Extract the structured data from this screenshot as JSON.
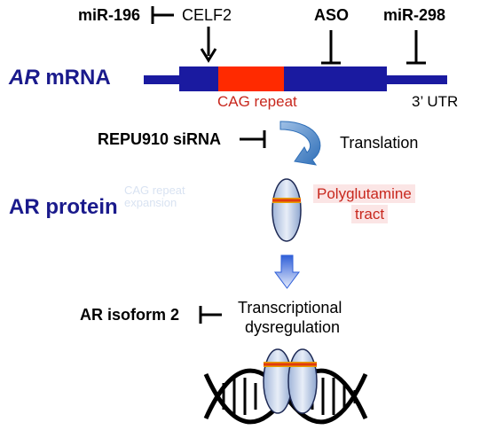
{
  "regulators": {
    "mir196": "miR-196",
    "celf2": "CELF2",
    "aso": "ASO",
    "mir298": "miR-298",
    "sirna": "REPU910 siRNA",
    "isoform2": "AR isoform 2"
  },
  "mrna": {
    "prefix": "AR",
    "suffix": " mRNA",
    "cag_repeat": "CAG repeat",
    "utr": "3’ UTR"
  },
  "protein": {
    "label": "AR protein",
    "faded_label": "CAG repeat expansion",
    "polyq_line1": "Polyglutamine",
    "polyq_line2": "tract"
  },
  "steps": {
    "translation": "Translation",
    "dysreg_line1": "Transcriptional",
    "dysreg_line2": "dysregulation"
  },
  "colors": {
    "navy": "#1a1aa0",
    "cag_red": "#ff2a00",
    "label_blue": "#1a1a8c",
    "label_red": "#c8281e",
    "arrow_blue": "#3a6fc0"
  }
}
